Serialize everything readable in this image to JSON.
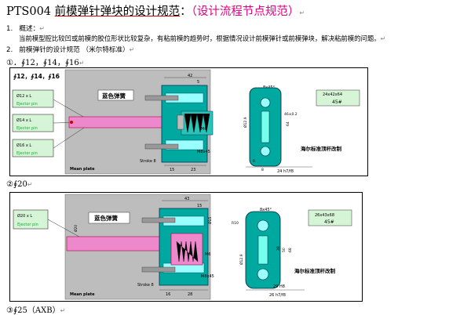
{
  "doc": {
    "title_code": "PTS004 ",
    "title_main": "前模弹针弹块的设计规范",
    "title_colon": "：",
    "title_paren": "（设计流程节点规范）",
    "return_mark": "↵",
    "item1_num": "1.",
    "item1_label": "概述：",
    "item1_body": "当前模型腔比较凹或前模的胶位形状比较复杂，有粘前模的趋势时，根据情况设计前模弹针或前模弹块，解决粘前模的问题。",
    "item2_num": "2.",
    "item2_label": "前模弹针的设计规范 （米尔特标准）",
    "sub1": "①．∮12，∮14，∮16",
    "sub2": "②∮20",
    "sub3": "③∮25（AXB）"
  },
  "panel1": {
    "corner": "∮12，∮14，∮16",
    "spec_a": "Ø12 x L",
    "spec_b": "Ø14 x L",
    "spec_c": "Ø16 x L",
    "ejector": "Ejector pin",
    "spring": "蓝色弹簧",
    "mean_plate": "Mean plate",
    "stroke": "Stroke 8",
    "dim15": "15",
    "dim23": "23",
    "dim42": "42",
    "dim5": "5",
    "m6": "M6",
    "m8": "M8x45",
    "bolt_label": "8x45°",
    "plate_size": "24x42x64",
    "steel": "45#",
    "dim_phi": "Ø12.9",
    "dim_phi2": "Ø24",
    "dim_r": "R",
    "dim8": "8",
    "dim64": "64",
    "dim46": "46±0.2",
    "dim24": "24 h7/f8",
    "note": "海尔标准顶杆改制"
  },
  "panel2": {
    "corner_box": "Ø20 x L",
    "ejector": "Ejector pin",
    "spring": "蓝色弹簧",
    "mean_plate": "Mean plate",
    "stroke": "Stroke 8",
    "dim16": "16",
    "dim28": "28",
    "dim43": "43",
    "dim15": "15",
    "m6": "M6",
    "m8": "M8x45",
    "phi20": "Ø20",
    "phi15": "Ø15",
    "bolt_label": "8x45°",
    "plate_size": "26x43x68",
    "steel": "45#",
    "dim_r": "R10",
    "dim_phi": "Ø12.9",
    "dim50": "50",
    "dim68": "68",
    "dim38": "38",
    "dim29": "29 H8",
    "dim26": "26 h7/f8",
    "note": "海尔标准顶杆改制"
  }
}
